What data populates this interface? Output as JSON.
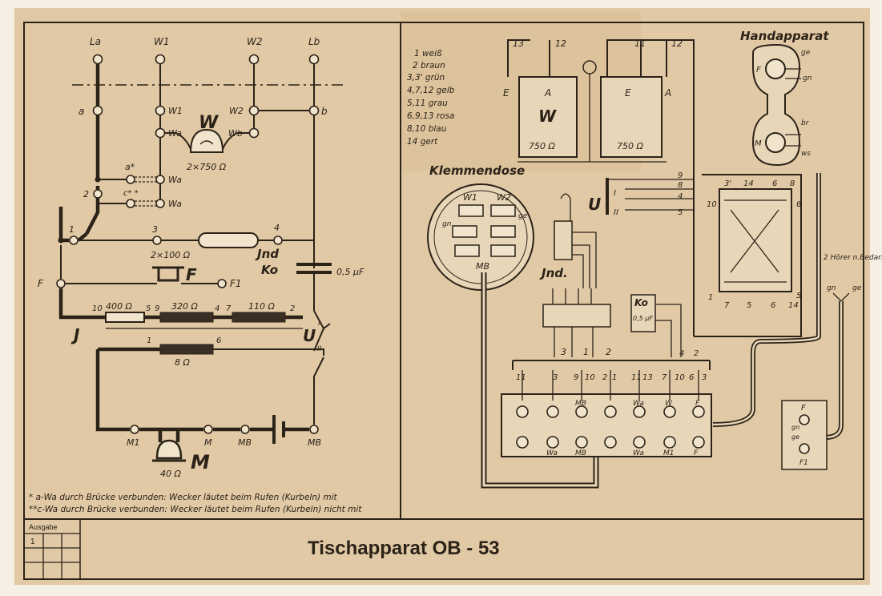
{
  "title": "Tischapparat  OB - 53",
  "edition_label": "Ausgabe",
  "edition_number": "1",
  "notes": [
    "* a-Wa durch Brücke verbunden: Wecker läutet beim Rufen (Kurbeln) mit",
    "**c-Wa durch Brücke verbunden: Wecker läutet beim Rufen (Kurbeln) nicht mit"
  ],
  "left": {
    "top_terminals": [
      "La",
      "W1",
      "W2",
      "Lb"
    ],
    "line_a": "a",
    "line_b": "b",
    "w1": "W1",
    "w2": "W2",
    "wa": "Wa",
    "wb": "Wb",
    "bell": "W",
    "bell_spec": "2×750 Ω",
    "a_star": "a*",
    "c_star": "c* *",
    "wa2": "Wa",
    "wa3": "Wa",
    "n2": "2",
    "n1": "1",
    "n3": "3",
    "n4": "4",
    "ind": "Jnd",
    "ko": "Ko",
    "ko_spec": "0,5 μF",
    "f_spec": "2×100 Ω",
    "f": "F",
    "f_left": "F",
    "f1": "F1",
    "r400": "400 Ω",
    "r320": "320 Ω",
    "r110": "110 Ω",
    "r8": "8 Ω",
    "n10": "10",
    "n5": "5",
    "n9": "9",
    "n4b": "4",
    "n7": "7",
    "n2b": "2",
    "n1b": "1",
    "n6": "6",
    "j": "J",
    "u": "U",
    "u1": "I",
    "u2": "II",
    "u3": "I",
    "m1": "M1",
    "m": "M",
    "mb": "MB",
    "mb2": "MB",
    "mic": "M",
    "mic_spec": "40 Ω"
  },
  "right": {
    "colors": [
      "1 weiß",
      "2 braun",
      "3,3' grün",
      "4,7,12 gelb",
      "5,11 grau",
      "6,9,13 rosa",
      "8,10 blau",
      "14 gert"
    ],
    "bell_terms": [
      "13",
      "12",
      "11",
      "12"
    ],
    "bell_e": "E",
    "bell_a": "A",
    "bell_e2": "E",
    "bell_a2": "A",
    "bell_w": "W",
    "bell_r1": "750 Ω",
    "bell_r2": "750 Ω",
    "klemmendose": "Klemmendose",
    "kd_w1": "W1",
    "kd_w2": "W2",
    "kd_mb": "MB",
    "kd_gn": "gn",
    "kd_ge": "ge",
    "ind": "Jnd.",
    "u": "U",
    "u_i": "I",
    "u_ii": "II",
    "u_nums": [
      "9",
      "8",
      "4",
      "5"
    ],
    "ko": "Ko",
    "ko_spec": "0,5 μF",
    "handapparat": "Handapparat",
    "hand_f": "F",
    "hand_ge": "ge",
    "hand_gn": "gn",
    "hand_m": "M",
    "hand_br": "br",
    "hand_ws": "ws",
    "hook_top": [
      "3'",
      "14",
      "6",
      "8"
    ],
    "hook_10": "10",
    "hook_6": "6",
    "hook_bottom": [
      "1",
      "7",
      "5",
      "6",
      "14",
      "5"
    ],
    "hoerer": "2 Hörer n.Bedarf",
    "hoerer_gn": "gn",
    "hoerer_ge": "ge",
    "relay_nums": [
      "3",
      "1",
      "2"
    ],
    "relay_left": "4",
    "relay_right": "2",
    "strip_nums": [
      "11",
      "3",
      "9",
      "10",
      "2",
      "1",
      "11",
      "13",
      "7",
      "10",
      "6",
      "3"
    ],
    "strip_top_labels": [
      "MB",
      "Wa",
      "W",
      "F"
    ],
    "strip_bottom_labels": [
      "Wa",
      "MB",
      "Wa",
      "M1",
      "F"
    ],
    "f_box": "F",
    "f_box_gn": "gn",
    "f_box_ge": "ge",
    "f_box_f1": "F1"
  }
}
